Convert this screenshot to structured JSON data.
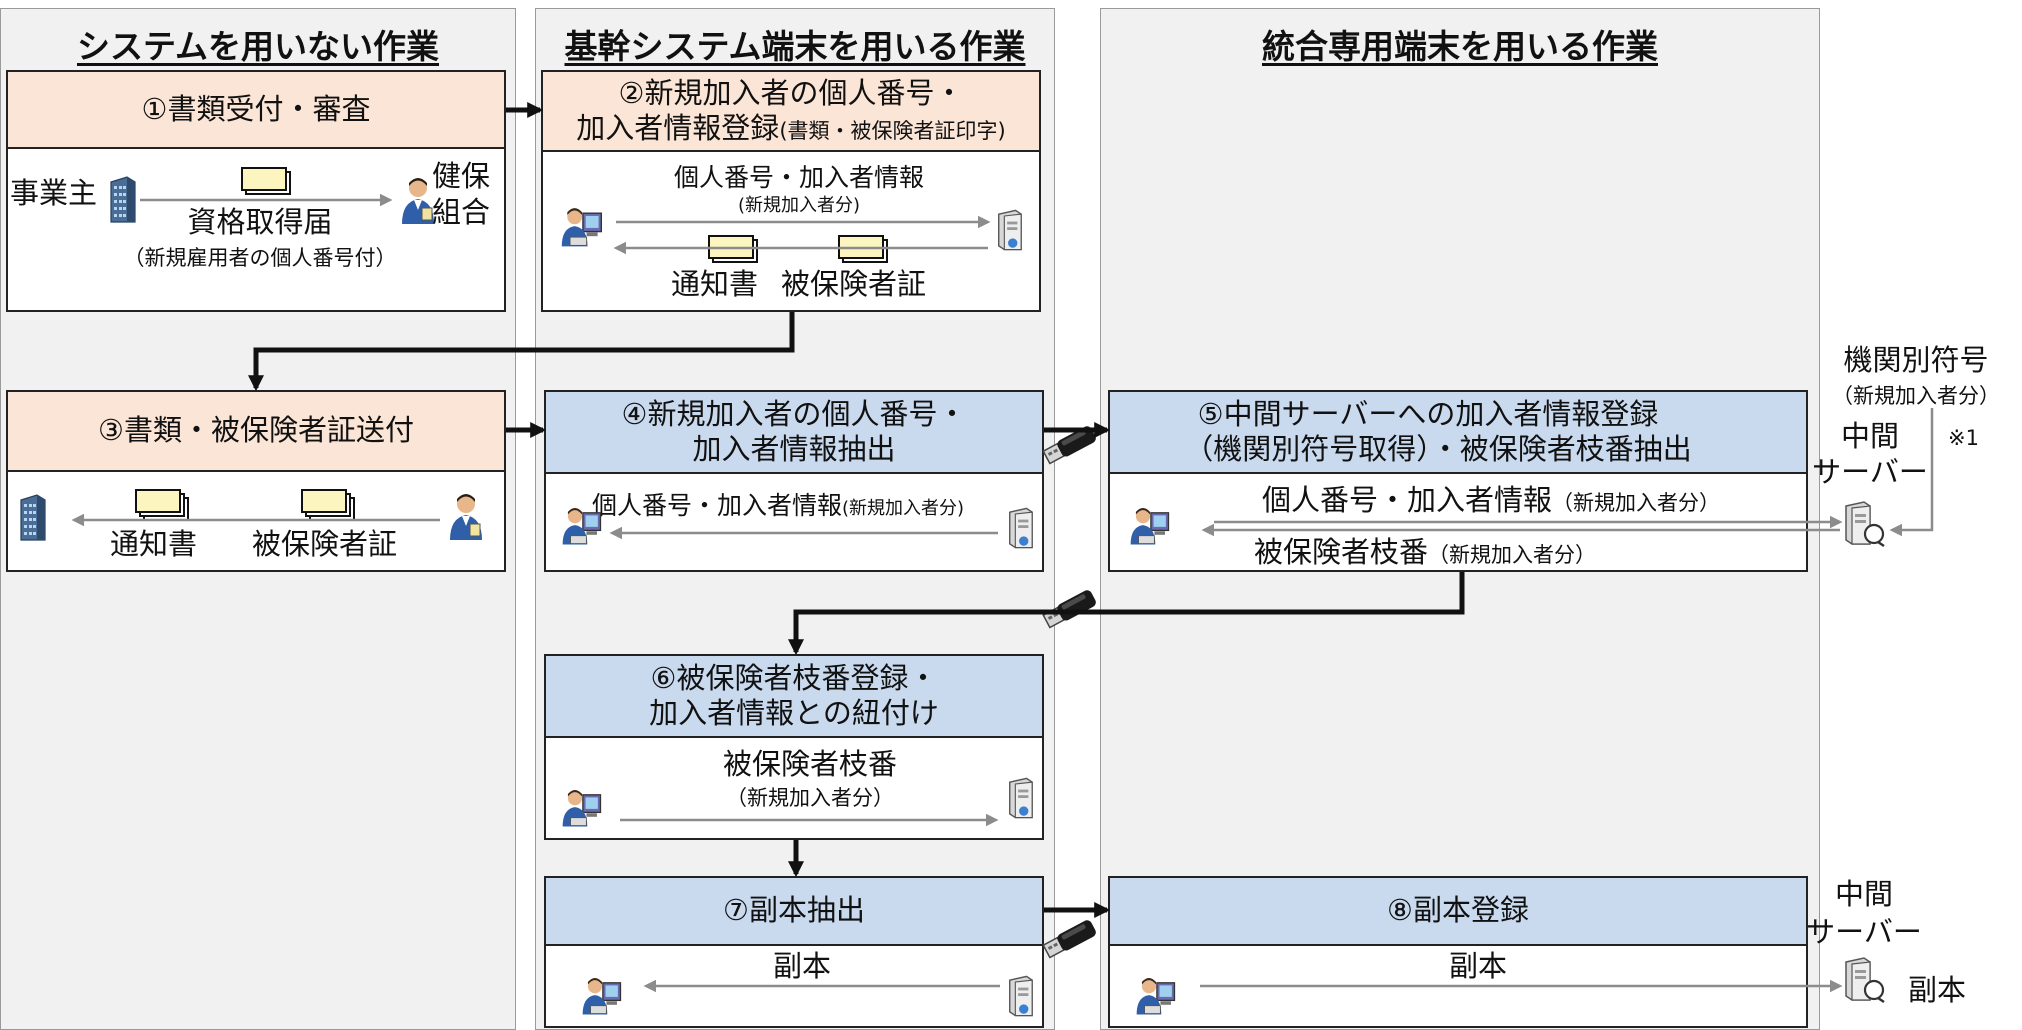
{
  "columns": {
    "no_system": "システムを用いない作業",
    "core_terminal": "基幹システム端末を用いる作業",
    "integrated_terminal": "統合専用端末を用いる作業"
  },
  "step1": {
    "title": "①書類受付・審査",
    "employer": "事業主",
    "union": "健保組合",
    "document": "資格取得届",
    "note": "（新規雇用者の個人番号付）"
  },
  "step2": {
    "title_line1": "②新規加入者の個人番号・",
    "title_line2": "加入者情報登録",
    "title_note": "(書類・被保険者証印字)",
    "data_label": "個人番号・加入者情報",
    "data_note": "(新規加入者分)",
    "doc_notice": "通知書",
    "doc_card": "被保険者証"
  },
  "step3": {
    "title": "③書類・被保険者証送付",
    "doc_notice": "通知書",
    "doc_card": "被保険者証"
  },
  "step4": {
    "title_line1": "④新規加入者の個人番号・",
    "title_line2": "加入者情報抽出",
    "data_label": "個人番号・加入者情報",
    "data_note": "(新規加入者分)"
  },
  "step5": {
    "title_line1": "⑤中間サーバーへの加入者情報登録",
    "title_line2": "（機関別符号取得）・被保険者枝番抽出",
    "data_label": "個人番号・加入者情報",
    "data_note": "（新規加入者分）",
    "return_label": "被保険者枝番",
    "return_note": "（新規加入者分）"
  },
  "step6": {
    "title_line1": "⑥被保険者枝番登録・",
    "title_line2": "加入者情報との紐付け",
    "data_label": "被保険者枝番",
    "data_note": "（新規加入者分）"
  },
  "step7": {
    "title": "⑦副本抽出",
    "data_label": "副本"
  },
  "step8": {
    "title": "⑧副本登録",
    "data_label": "副本"
  },
  "side": {
    "agency_code": "機関別符号",
    "agency_note": "（新規加入者分）",
    "server_line1": "中間",
    "server_line2": "サーバー",
    "footnote": "※1",
    "server2_line1": "中間",
    "server2_line2": "サーバー",
    "duplicate": "副本"
  },
  "colors": {
    "peach": "#fbe5d6",
    "blue": "#c9d9ee",
    "column_bg": "#f1f1f1",
    "arrow_gray": "#8c8c8c"
  }
}
